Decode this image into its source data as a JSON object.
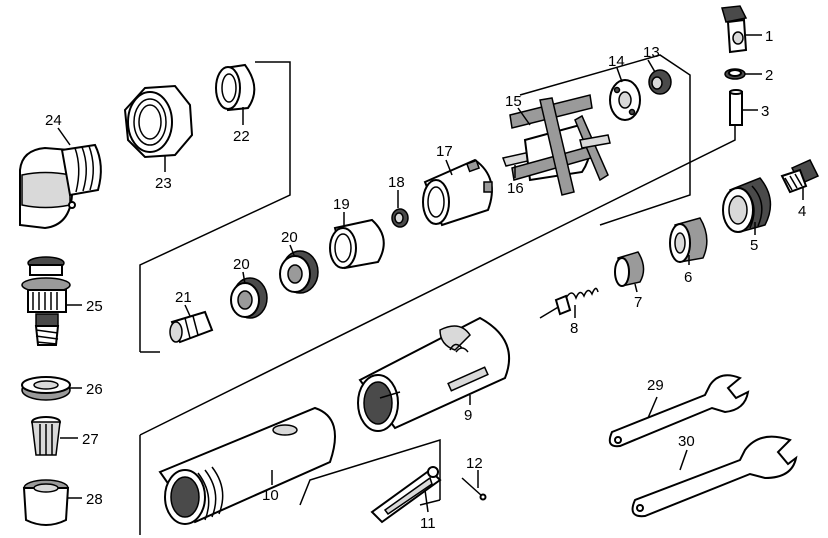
{
  "labels": {
    "p1": "1",
    "p2": "2",
    "p3": "3",
    "p4": "4",
    "p5": "5",
    "p6": "6",
    "p7": "7",
    "p8": "8",
    "p9": "9",
    "p10": "10",
    "p11": "11",
    "p12": "12",
    "p13": "13",
    "p14": "14",
    "p15": "15",
    "p16": "16",
    "p17": "17",
    "p18": "18",
    "p19": "19",
    "p20a": "20",
    "p20b": "20",
    "p21": "21",
    "p22": "22",
    "p23": "23",
    "p24": "24",
    "p25": "25",
    "p26": "26",
    "p27": "27",
    "p28": "28",
    "p29": "29",
    "p30": "30"
  }
}
